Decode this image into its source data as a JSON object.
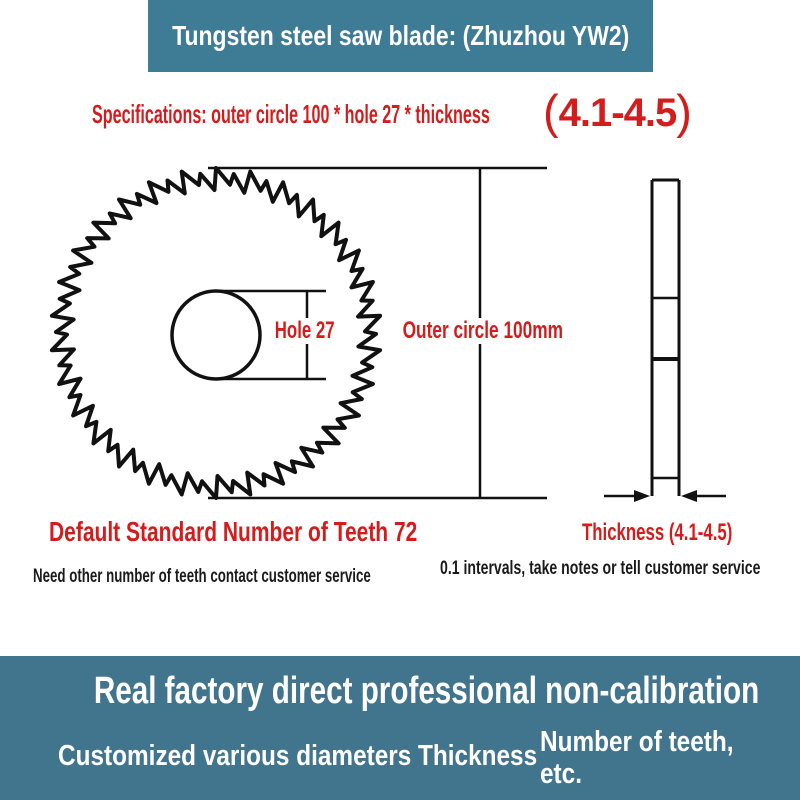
{
  "header": {
    "title": "Tungsten steel saw blade: (Zhuzhou YW2)"
  },
  "specs": {
    "label": "Specifications: outer circle 100 * hole 27 * thickness",
    "range_open": "(",
    "range_value": "4.1-4.5",
    "range_close": ")"
  },
  "diagram": {
    "hole_label": "Hole 27",
    "outer_label": "Outer circle 100mm",
    "default_teeth_note": "Default Standard Number of Teeth 72",
    "teeth_contact_note": "Need other number of teeth contact customer service",
    "thickness_label": "Thickness (4.1-4.5)",
    "thickness_note": "0.1 intervals, take notes or tell customer service",
    "teeth_count": 72,
    "hole_mm": 27,
    "outer_circle_mm": 100,
    "thickness_range_mm": "4.1-4.5"
  },
  "footer": {
    "headline": "Real factory direct professional non-calibration",
    "items": [
      "Customized various diameters",
      "Thickness",
      "Number of teeth, etc."
    ]
  },
  "colors": {
    "teal_header": "#3e7b95",
    "teal_footer": "#41748d",
    "red_text": "#d31d1d",
    "drawing_black": "#111111",
    "white_text": "#ffffff"
  }
}
